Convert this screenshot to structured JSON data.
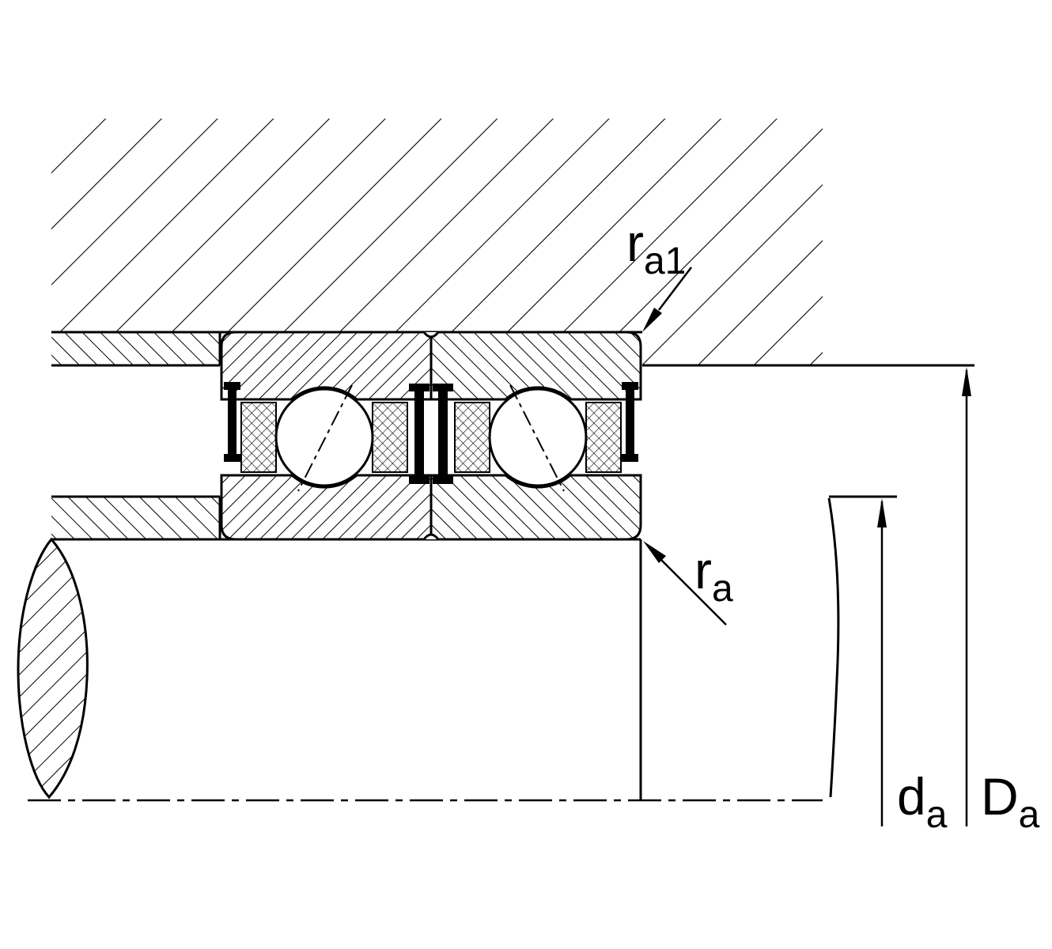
{
  "figure": {
    "background": "#ffffff",
    "line_color": "#000000",
    "labels": {
      "housing_fillet": {
        "base": "r",
        "sub": "a1"
      },
      "shaft_fillet": {
        "base": "r",
        "sub": "a"
      },
      "shaft_abutment_diameter": {
        "base": "d",
        "sub": "a"
      },
      "housing_abutment_diameter": {
        "base": "D",
        "sub": "a"
      }
    }
  }
}
